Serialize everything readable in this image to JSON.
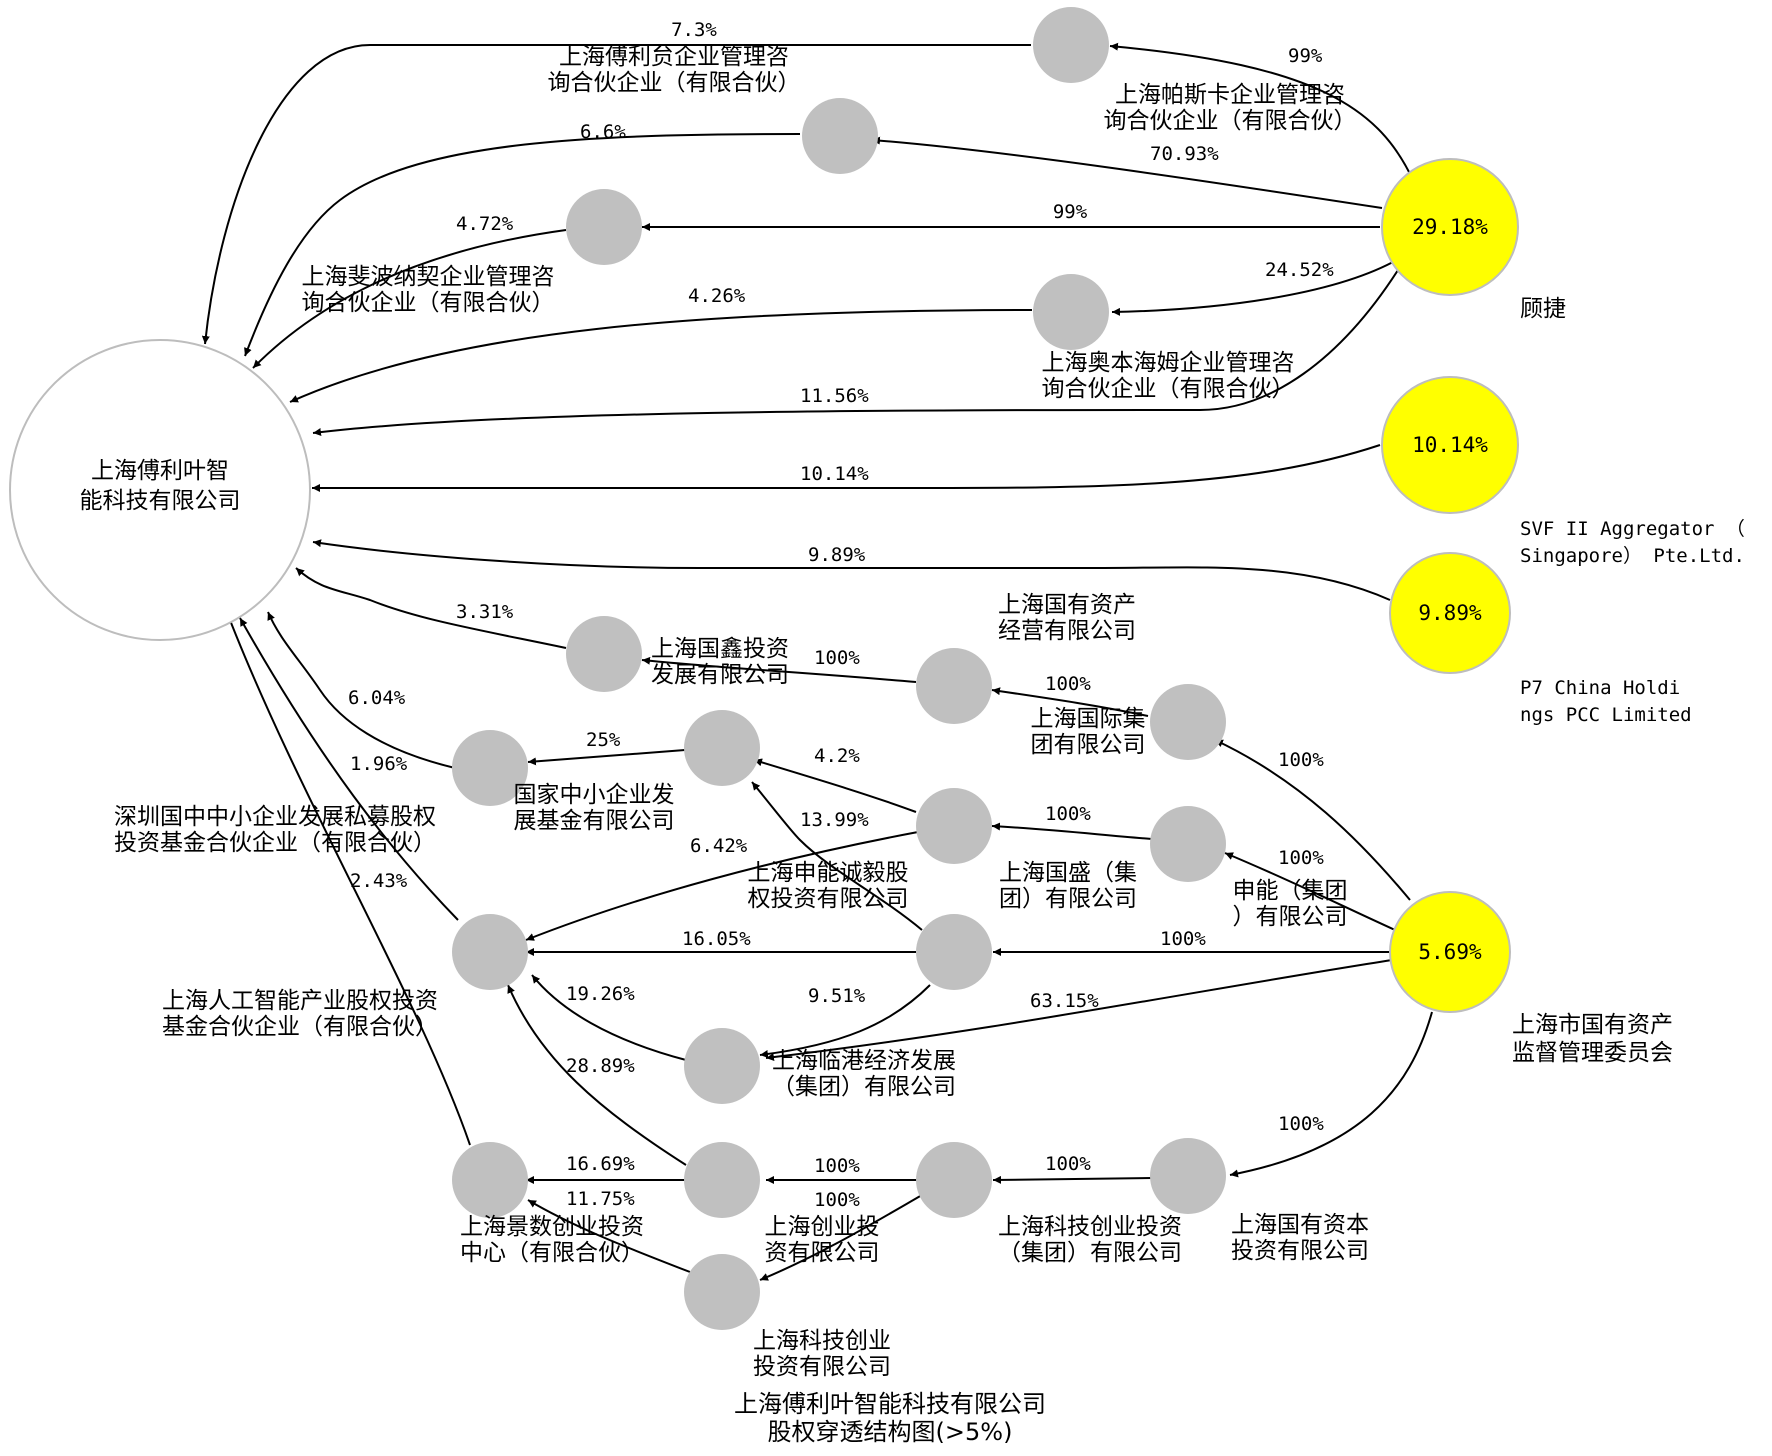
{
  "title": {
    "line1": "上海傅利叶智能科技有限公司",
    "line2": "股权穿透结构图(>5%)"
  },
  "nodes": {
    "target": {
      "label1": "上海傅利叶智",
      "label2": "能科技有限公司",
      "fill": "#ffffff"
    },
    "gujie": {
      "label1": "顾捷",
      "label2": "",
      "pct": "29.18%",
      "fill": "#ffff00"
    },
    "svf": {
      "label1": "SVF II Aggregator （",
      "label2": "Singapore） Pte.Ltd.",
      "pct": "10.14%",
      "fill": "#ffff00"
    },
    "p7": {
      "label1": "P7 China Holdi",
      "label2": "ngs PCC Limited",
      "pct": "9.89%",
      "fill": "#ffff00"
    },
    "sasac": {
      "label1": "上海市国有资产",
      "label2": "监督管理委员会",
      "pct": "5.69%",
      "fill": "#ffff00"
    },
    "fuliyuan": {
      "label1": "上海傅利贠企业管理咨",
      "label2": "询合伙企业（有限合伙）",
      "fill": "#c0c0c0"
    },
    "pasika": {
      "label1": "上海帕斯卡企业管理咨",
      "label2": "询合伙企业（有限合伙）",
      "fill": "#c0c0c0"
    },
    "n66": {
      "label1": "",
      "label2": "",
      "fill": "#c0c0c0"
    },
    "feibo": {
      "label1": "上海斐波纳契企业管理咨",
      "label2": "询合伙企业（有限合伙）",
      "fill": "#c0c0c0"
    },
    "aoben": {
      "label1": "上海奥本海姆企业管理咨",
      "label2": "询合伙企业（有限合伙）",
      "fill": "#c0c0c0"
    },
    "guoxin": {
      "label1": "上海国鑫投资",
      "label2": "发展有限公司",
      "fill": "#c0c0c0"
    },
    "guoyou": {
      "label1": "上海国有资产",
      "label2": "经营有限公司",
      "fill": "#c0c0c0"
    },
    "guoji": {
      "label1": "上海国际集",
      "label2": "团有限公司",
      "fill": "#c0c0c0"
    },
    "shenzhen": {
      "label1": "深圳国中中小企业发展私募股权",
      "label2": "投资基金合伙企业（有限合伙）",
      "fill": "#c0c0c0"
    },
    "guojiazx": {
      "label1": "国家中小企业发",
      "label2": "展基金有限公司",
      "fill": "#c0c0c0"
    },
    "shenneng_cy": {
      "label1": "上海申能诚毅股",
      "label2": "权投资有限公司",
      "fill": "#c0c0c0"
    },
    "guosheng": {
      "label1": "上海国盛（集",
      "label2": "团）有限公司",
      "fill": "#c0c0c0"
    },
    "shenneng": {
      "label1": "申能（集团",
      "label2": "）有限公司",
      "fill": "#c0c0c0"
    },
    "rengong": {
      "label1": "上海人工智能产业股权投资",
      "label2": "基金合伙企业（有限合伙）",
      "fill": "#c0c0c0"
    },
    "guosheng_sub": {
      "label1": "",
      "label2": "",
      "fill": "#c0c0c0"
    },
    "lingang": {
      "label1": "上海临港经济发展",
      "label2": "（集团）有限公司",
      "fill": "#c0c0c0"
    },
    "jingshu": {
      "label1": "上海景数创业投资",
      "label2": "中心（有限合伙）",
      "fill": "#c0c0c0"
    },
    "chuangye": {
      "label1": "上海创业投",
      "label2": "资有限公司",
      "fill": "#c0c0c0"
    },
    "kejicy_group": {
      "label1": "上海科技创业投资",
      "label2": "（集团）有限公司",
      "fill": "#c0c0c0"
    },
    "guoyouziben": {
      "label1": "上海国有资本",
      "label2": "投资有限公司",
      "fill": "#c0c0c0"
    },
    "kejicy": {
      "label1": "上海科技创业",
      "label2": "投资有限公司",
      "fill": "#c0c0c0"
    }
  },
  "edges": [
    {
      "label": "7.3%"
    },
    {
      "label": "99%"
    },
    {
      "label": "6.6%"
    },
    {
      "label": "70.93%"
    },
    {
      "label": "4.72%"
    },
    {
      "label": "99%"
    },
    {
      "label": "4.26%"
    },
    {
      "label": "24.52%"
    },
    {
      "label": "11.56%"
    },
    {
      "label": "10.14%"
    },
    {
      "label": "9.89%"
    },
    {
      "label": "3.31%"
    },
    {
      "label": "100%"
    },
    {
      "label": "100%"
    },
    {
      "label": "100%"
    },
    {
      "label": "6.04%"
    },
    {
      "label": "25%"
    },
    {
      "label": "4.2%"
    },
    {
      "label": "13.99%"
    },
    {
      "label": "1.96%"
    },
    {
      "label": "6.42%"
    },
    {
      "label": "100%"
    },
    {
      "label": "100%"
    },
    {
      "label": "2.43%"
    },
    {
      "label": "16.05%"
    },
    {
      "label": "100%"
    },
    {
      "label": "19.26%"
    },
    {
      "label": "9.51%"
    },
    {
      "label": "63.15%"
    },
    {
      "label": "28.89%"
    },
    {
      "label": "16.69%"
    },
    {
      "label": "100%"
    },
    {
      "label": "100%"
    },
    {
      "label": "11.75%"
    },
    {
      "label": "100%"
    },
    {
      "label": "100%"
    }
  ]
}
